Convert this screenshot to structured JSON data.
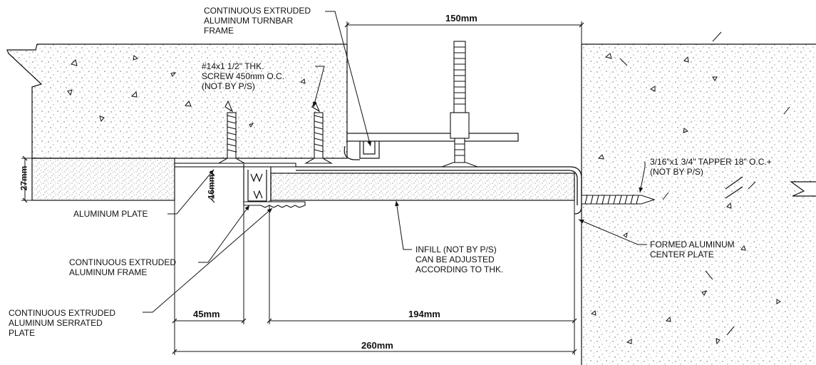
{
  "callouts": {
    "turnbar_frame": "CONTINUOUS EXTRUDED\nALUMINUM TURNBAR\nFRAME",
    "screw": "#14x1 1/2\" THK.\nSCREW 450mm O.C.\n(NOT BY P/S)",
    "tapper": "3/16\"x1 3/4\" TAPPER 18\" O.C.+\n(NOT BY P/S)",
    "aluminum_plate": "ALUMINUM  PLATE",
    "center_plate": "FORMED ALUMINUM\nCENTER PLATE",
    "infill": "INFILL (NOT BY P/S)\nCAN BE ADJUSTED\nACCORDING TO THK.",
    "extruded_frame": "CONTINUOUS EXTRUDED\nALUMINUM FRAME",
    "serrated_plate": "CONTINUOUS EXTRUDED\nALUMINUM SERRATED\nPLATE"
  },
  "dimensions": {
    "d150": "150mm",
    "d27": "27mm",
    "d16": "16mm",
    "d45": "45mm",
    "d194": "194mm",
    "d260": "260mm"
  },
  "colors": {
    "line": "#111111",
    "concrete": "#ffffff",
    "infill": "#ffffff"
  }
}
